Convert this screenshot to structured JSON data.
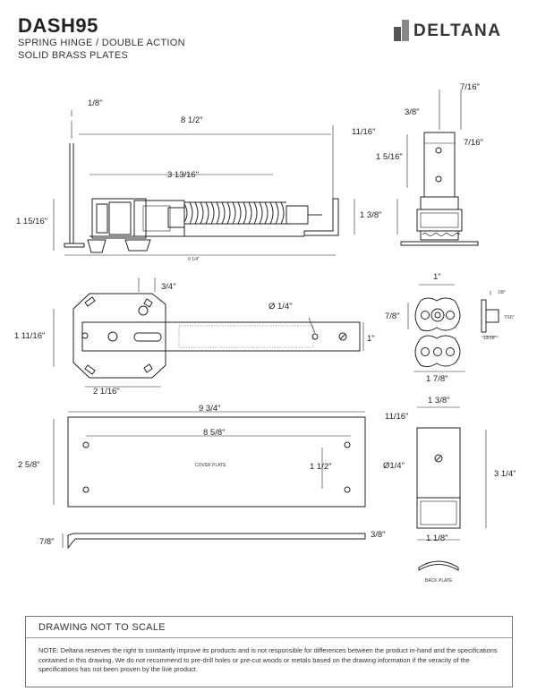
{
  "header": {
    "model": "DASH95",
    "line1": "SPRING HINGE / DOUBLE ACTION",
    "line2": "SOLID BRASS PLATES",
    "brand": "DELTANA"
  },
  "dimensions": {
    "side_top_offset": "1/8\"",
    "side_length": "8 1/2\"",
    "side_right_offset": "11/16\"",
    "side_spring": "3 13/16\"",
    "side_height": "1 15/16\"",
    "side_right_height": "1 3/8\"",
    "side_bottom": "9 1/4\"",
    "end_top": "7/16\"",
    "end_left": "3/8\"",
    "end_right": "7/16\"",
    "end_height": "1 5/16\"",
    "top_offset": "3/4\"",
    "top_hole": "Ø 1/4\"",
    "top_height": "1 11/16\"",
    "top_width": "1\"",
    "top_bottom": "2 1/16\"",
    "plate_top_width": "1\"",
    "plate_height": "7/8\"",
    "plate_width": "1 7/8\"",
    "pin_top": "1/8\"",
    "pin_right": "7/16\"",
    "pin_bottom": "13/16\"",
    "cover_length": "9 3/4\"",
    "cover_holes": "8 5/8\"",
    "cover_height": "2 5/8\"",
    "cover_hole_spacing": "1 1/2\"",
    "cover_side_left": "7/8\"",
    "cover_side_right": "3/8\"",
    "back_width": "1 3/8\"",
    "back_offset": "11/16\"",
    "back_hole": "Ø1/4\"",
    "back_height": "3 1/4\"",
    "back_bottom": "1 1/8\""
  },
  "labels": {
    "cover_plate": "COVER PLATE",
    "back_plate": "BACK PLATE"
  },
  "notice": {
    "heading": "DRAWING NOT TO SCALE",
    "text": "NOTE: Deltana reserves the right to constantly improve its products and is not responsible for differences between the product in-hand and the specifications contained in this drawing. We do not recommend to pre-drill holes or pre-cut woods or metals based on the drawing information if the veracity of the specifications has not been proven by the live product."
  },
  "colors": {
    "ink": "#222222",
    "brand": "#333333",
    "border": "#777777"
  }
}
